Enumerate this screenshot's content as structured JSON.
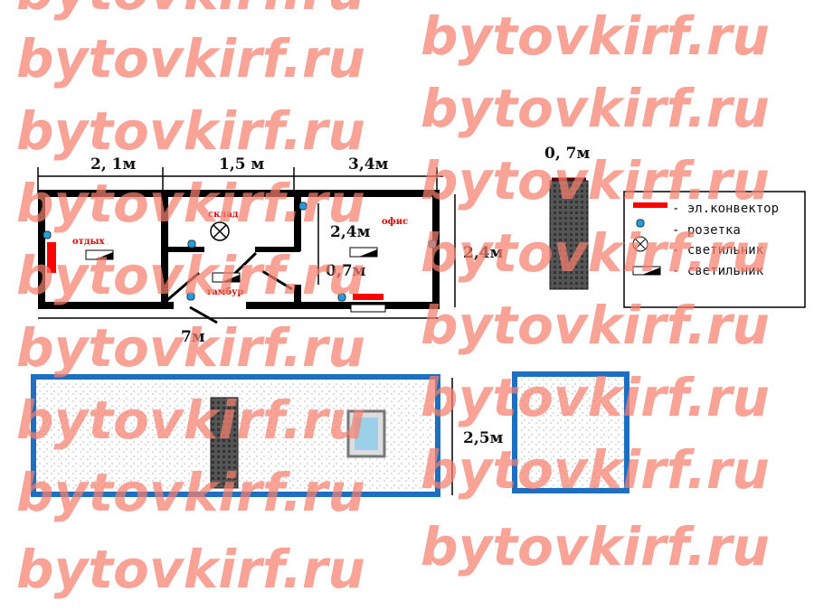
{
  "dimensions": {
    "room1_width": "2, 1м",
    "room2_width": "1,5  м",
    "room3_width": "3,4м",
    "total_length": "7м",
    "height_upper": "2,4м",
    "height_lower": "0,7м",
    "total_width": "2,4м",
    "door_width": "0, 7м",
    "side_height": "2,5м"
  },
  "rooms": {
    "rest": "отдых",
    "storage": "склад",
    "vestibule": "тамбур",
    "office": "офис"
  },
  "legend": [
    {
      "label": "- эл.конвектор"
    },
    {
      "label": "- розетка"
    },
    {
      "label": "- светильник"
    },
    {
      "label": "- светильник"
    }
  ],
  "colors": {
    "wall": "#000000",
    "convector": "#ff0000",
    "socket": "#1e9fe0",
    "facade": "#1e6fbf",
    "watermark": "#f8806f"
  },
  "watermark": "bytovkirf.ru"
}
